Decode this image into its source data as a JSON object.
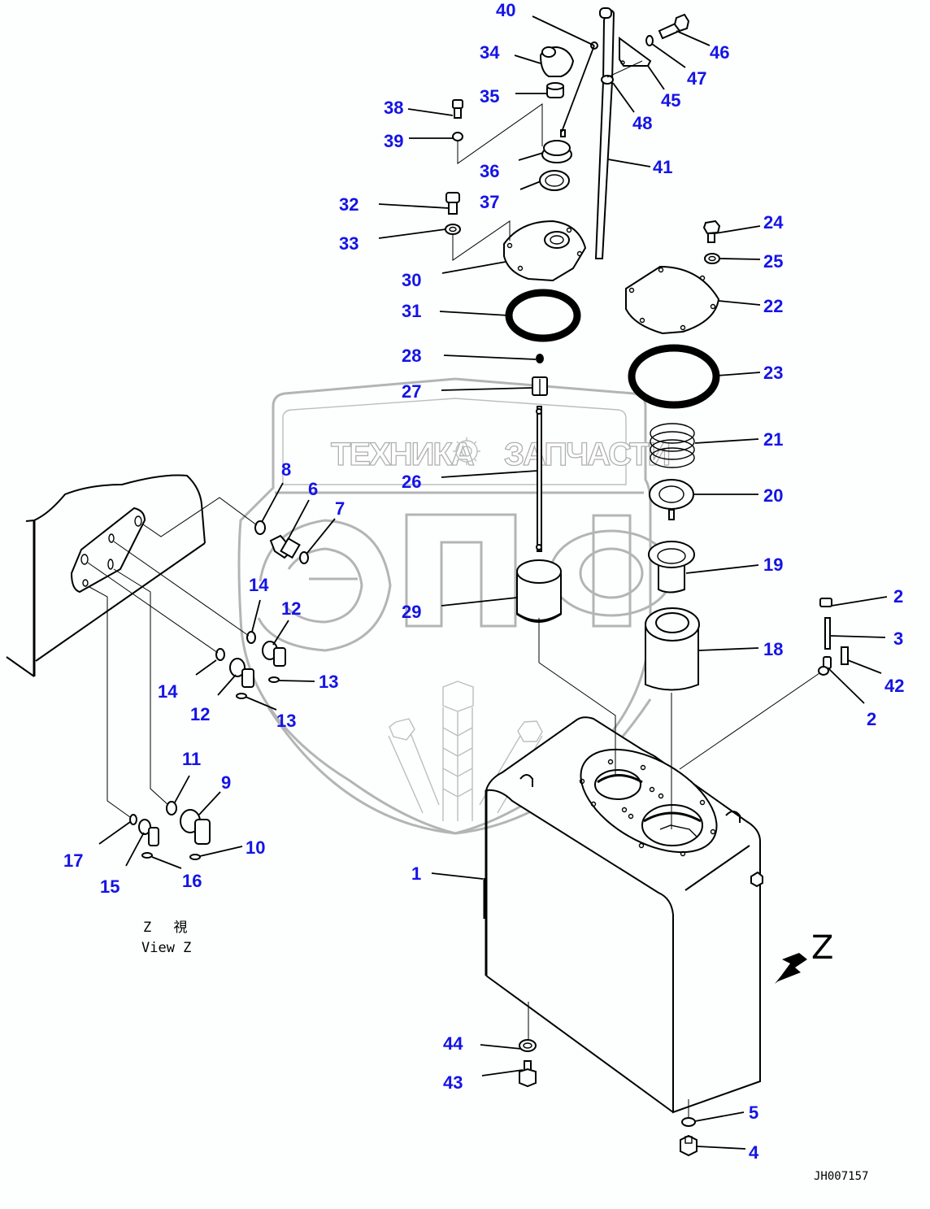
{
  "drawing": {
    "drawing_number": "JH007157",
    "view_caption": {
      "line1": "Z　 視",
      "line2": "View Z"
    },
    "view_direction_letter": "Z",
    "callout_color": "#1414e6"
  },
  "watermark": {
    "banner_left": "ТЕХНИКА",
    "banner_right": "ЗАПЧАСТИ",
    "big_letters": [
      "Э",
      "П",
      "Ф"
    ],
    "icon": "gear-icon",
    "color": "#b4b4b4"
  },
  "callouts": [
    {
      "id": "c40",
      "label": "40"
    },
    {
      "id": "c34",
      "label": "34"
    },
    {
      "id": "c35",
      "label": "35"
    },
    {
      "id": "c38",
      "label": "38"
    },
    {
      "id": "c39",
      "label": "39"
    },
    {
      "id": "c36",
      "label": "36"
    },
    {
      "id": "c37",
      "label": "37"
    },
    {
      "id": "c32",
      "label": "32"
    },
    {
      "id": "c33",
      "label": "33"
    },
    {
      "id": "c30",
      "label": "30"
    },
    {
      "id": "c31",
      "label": "31"
    },
    {
      "id": "c28",
      "label": "28"
    },
    {
      "id": "c27",
      "label": "27"
    },
    {
      "id": "c26",
      "label": "26"
    },
    {
      "id": "c29",
      "label": "29"
    },
    {
      "id": "c46",
      "label": "46"
    },
    {
      "id": "c47",
      "label": "47"
    },
    {
      "id": "c45",
      "label": "45"
    },
    {
      "id": "c48",
      "label": "48"
    },
    {
      "id": "c41",
      "label": "41"
    },
    {
      "id": "c24",
      "label": "24"
    },
    {
      "id": "c25",
      "label": "25"
    },
    {
      "id": "c22",
      "label": "22"
    },
    {
      "id": "c23",
      "label": "23"
    },
    {
      "id": "c21",
      "label": "21"
    },
    {
      "id": "c20",
      "label": "20"
    },
    {
      "id": "c19",
      "label": "19"
    },
    {
      "id": "c18",
      "label": "18"
    },
    {
      "id": "c2a",
      "label": "2"
    },
    {
      "id": "c3",
      "label": "3"
    },
    {
      "id": "c42",
      "label": "42"
    },
    {
      "id": "c2b",
      "label": "2"
    },
    {
      "id": "c8",
      "label": "8"
    },
    {
      "id": "c6",
      "label": "6"
    },
    {
      "id": "c7",
      "label": "7"
    },
    {
      "id": "c14a",
      "label": "14"
    },
    {
      "id": "c12a",
      "label": "12"
    },
    {
      "id": "c13a",
      "label": "13"
    },
    {
      "id": "c14b",
      "label": "14"
    },
    {
      "id": "c12b",
      "label": "12"
    },
    {
      "id": "c13b",
      "label": "13"
    },
    {
      "id": "c11",
      "label": "11"
    },
    {
      "id": "c9",
      "label": "9"
    },
    {
      "id": "c10",
      "label": "10"
    },
    {
      "id": "c17",
      "label": "17"
    },
    {
      "id": "c15",
      "label": "15"
    },
    {
      "id": "c16",
      "label": "16"
    },
    {
      "id": "c1",
      "label": "1"
    },
    {
      "id": "c44",
      "label": "44"
    },
    {
      "id": "c43",
      "label": "43"
    },
    {
      "id": "c5",
      "label": "5"
    },
    {
      "id": "c4",
      "label": "4"
    }
  ]
}
